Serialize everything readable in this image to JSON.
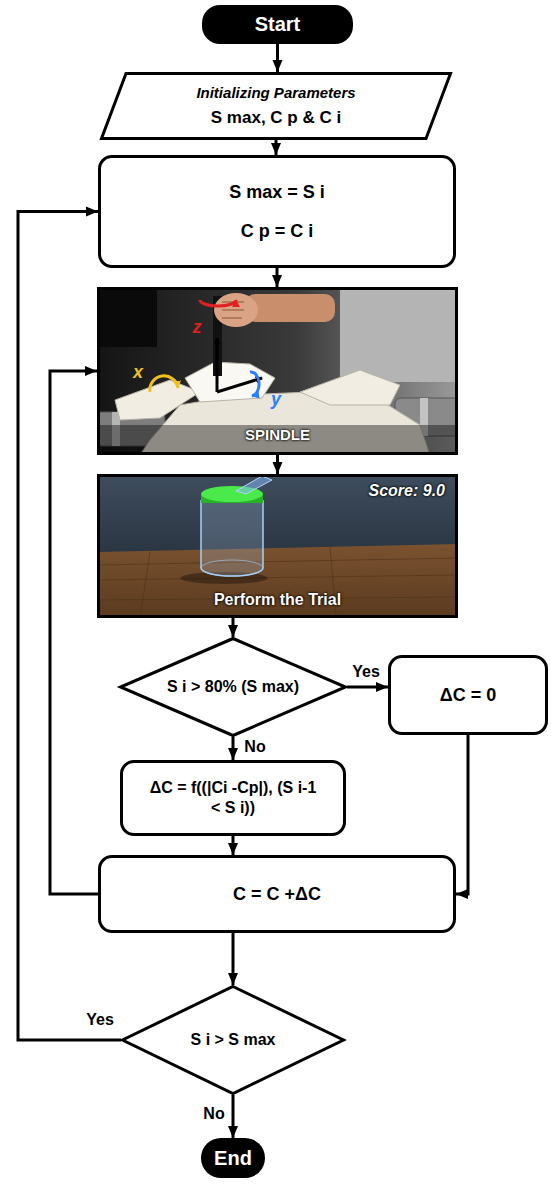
{
  "diagram": {
    "nodes": [
      {
        "text": [
          "Start"
        ]
      },
      {
        "text": [
          "Initializing Parameters",
          "S max, C p & C i"
        ]
      },
      {
        "text": [
          "S max = S i",
          "C p = C i"
        ]
      },
      {
        "text": [
          "SPINDLE"
        ]
      },
      {
        "text": [
          "Score: 9.0",
          "Perform the Trial"
        ]
      },
      {
        "text": [
          "S i > 80% (S max)"
        ]
      },
      {
        "text": [
          "ΔC = 0"
        ]
      },
      {
        "text": [
          "ΔC = f((|Ci -Cp|), (S i-1 < S i))"
        ]
      },
      {
        "text": [
          "C = C +ΔC"
        ]
      },
      {
        "text": [
          "S i > S max"
        ]
      },
      {
        "text": [
          "End"
        ]
      }
    ],
    "edges": [
      {
        "from": 0,
        "to": 1,
        "arrow": "to"
      },
      {
        "from": 1,
        "to": 2,
        "arrow": "to"
      },
      {
        "from": 2,
        "to": 3,
        "arrow": "to"
      },
      {
        "from": 3,
        "to": 4,
        "arrow": "to"
      },
      {
        "from": 4,
        "to": 5,
        "arrow": "to"
      },
      {
        "from": 5,
        "to": 6,
        "label": "Yes",
        "arrow": "to"
      },
      {
        "from": 5,
        "to": 7,
        "label": "No",
        "arrow": "to"
      },
      {
        "from": 7,
        "to": 8,
        "arrow": "to"
      },
      {
        "from": 6,
        "to": 8,
        "arrow": "to"
      },
      {
        "from": 8,
        "to": 3,
        "arrow": "to"
      },
      {
        "from": 8,
        "to": 9,
        "arrow": "to"
      },
      {
        "from": 9,
        "to": 2,
        "label": "Yes",
        "arrow": "to"
      },
      {
        "from": 9,
        "to": 10,
        "label": "No",
        "arrow": "to"
      }
    ],
    "labels": [
      "z",
      "x",
      "y"
    ]
  }
}
